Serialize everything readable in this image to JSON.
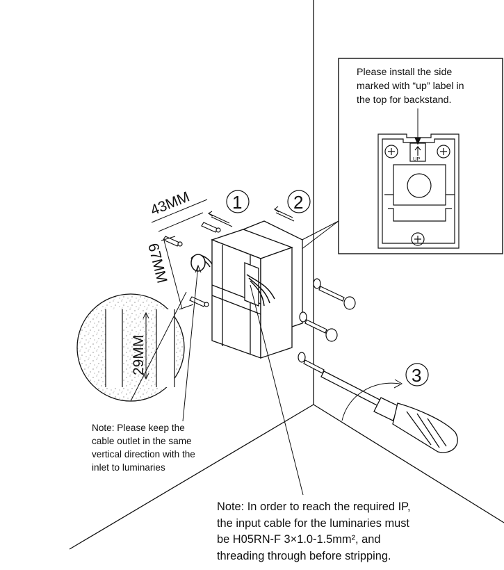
{
  "inset": {
    "note_lines": [
      "Please install the side",
      "marked with “up” label in",
      "the top for backstand."
    ],
    "up_label": "UP"
  },
  "dimensions": {
    "width": "43MM",
    "height": "67MM",
    "inlet_depth": "29MM"
  },
  "steps": [
    "1",
    "2",
    "3"
  ],
  "note_cable_outlet": [
    "Note: Please keep the",
    "cable outlet in the same",
    "vertical direction with the",
    "inlet to luminaries"
  ],
  "note_cable_spec": [
    "Note: In order to reach the required IP,",
    "the input cable for the luminaries must",
    "be H05RN-F  3×1.0-1.5mm², and",
    "threading through before stripping."
  ]
}
